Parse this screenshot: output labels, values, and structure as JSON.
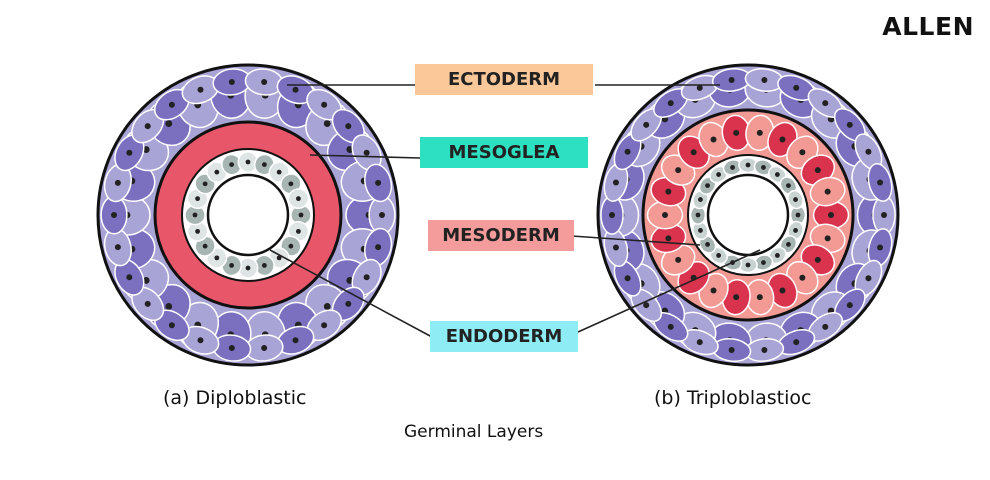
{
  "brand": {
    "logo_text": "ALLEN"
  },
  "labels": {
    "ectoderm": "ECTODERM",
    "mesoglea": "MESOGLEA",
    "mesoderm": "MESODERM",
    "endoderm": "ENDODERM"
  },
  "captions": {
    "diploblastic": "(a) Diploblastic",
    "triploblastic": "(b) Triploblastioc",
    "figure_title": "Germinal Layers"
  },
  "colors": {
    "ectoderm_fill": "#a9a4d6",
    "ectoderm_dark": "#7b6fc0",
    "mesoglea_fill": "#e8566a",
    "mesoderm_fill": "#d9334d",
    "mesoderm_light": "#f39a95",
    "endoderm_fill": "#a7b5b3",
    "ectoderm_label_bg": "#fbc89a",
    "mesoglea_label_bg": "#2ee0c2",
    "mesoderm_label_bg": "#f49b9b",
    "endoderm_label_bg": "#8eecf5"
  }
}
